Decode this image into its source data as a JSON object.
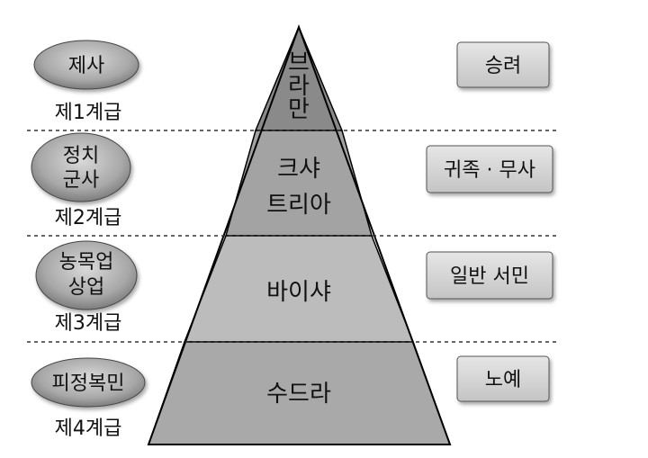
{
  "tiers": [
    {
      "group_lines": [
        "제사"
      ],
      "class_label": "제1계급",
      "caste_lines": [
        "브",
        "라",
        "만"
      ],
      "role": "승려"
    },
    {
      "group_lines": [
        "정치",
        "군사"
      ],
      "class_label": "제2계급",
      "caste_lines": [
        "크샤",
        "트리아"
      ],
      "role": "귀족 · 무사"
    },
    {
      "group_lines": [
        "농목업",
        "상업"
      ],
      "class_label": "제3계급",
      "caste_lines": [
        "바이샤"
      ],
      "role": "일반 서민"
    },
    {
      "group_lines": [
        "피정복민"
      ],
      "class_label": "제4계급",
      "caste_lines": [
        "수드라"
      ],
      "role": "노예"
    }
  ]
}
